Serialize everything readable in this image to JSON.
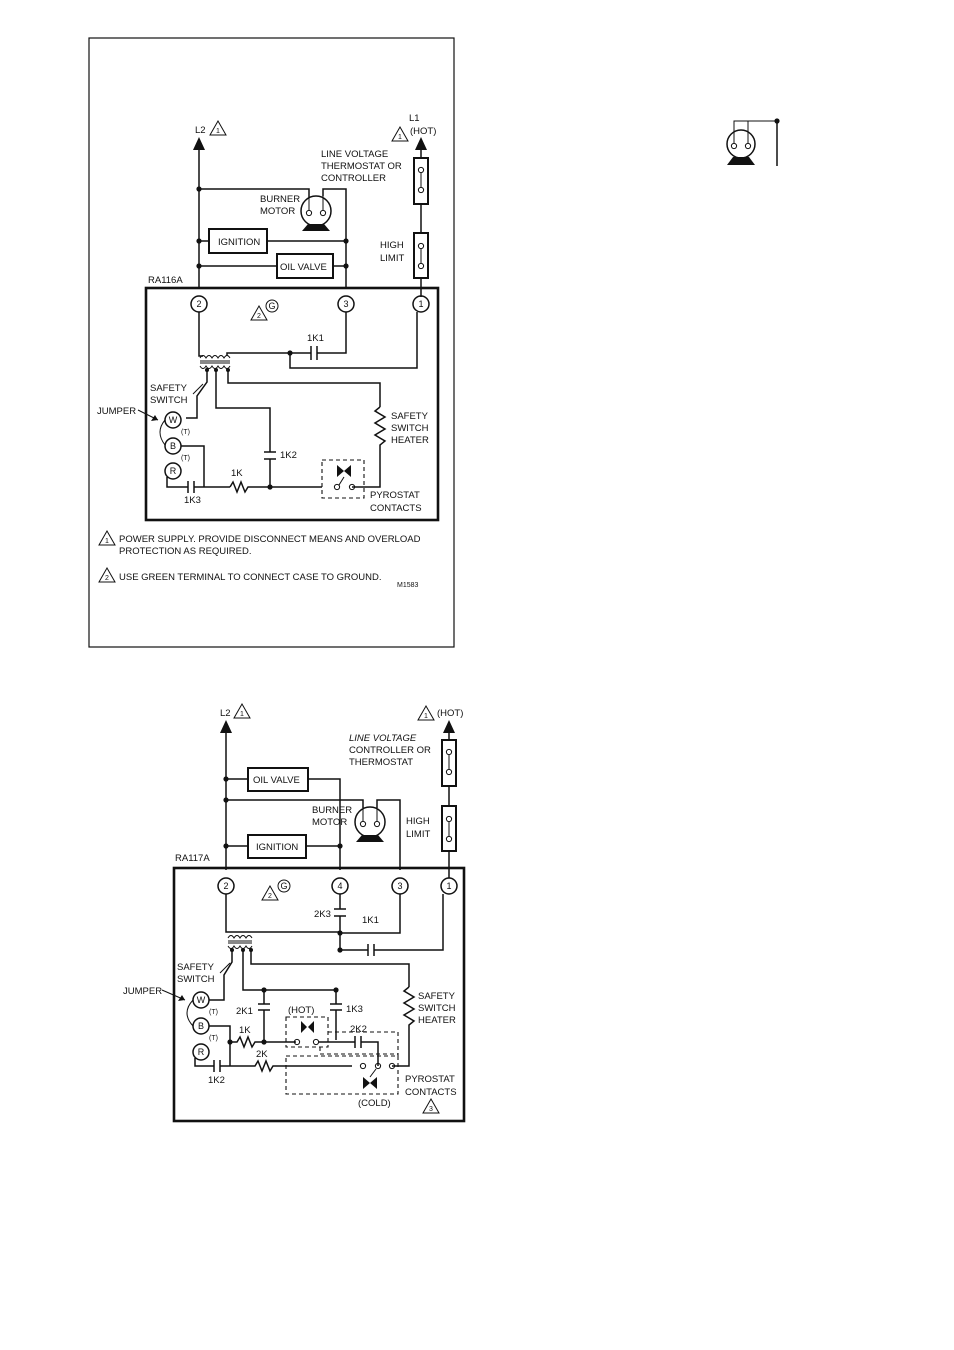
{
  "diagram1": {
    "l2": "L2",
    "l1": "L1",
    "hot": "(HOT)",
    "thermostat": [
      "LINE VOLTAGE",
      "THERMOSTAT OR",
      "CONTROLLER"
    ],
    "burner_motor": [
      "BURNER",
      "MOTOR"
    ],
    "ignition": "IGNITION",
    "oil_valve": "OIL VALVE",
    "high_limit": [
      "HIGH",
      "LIMIT"
    ],
    "model": "RA116A",
    "terminals": [
      "2",
      "3",
      "1"
    ],
    "green_terminal": "G",
    "k1": "1K1",
    "k2": "1K2",
    "k3": "1K3",
    "k": "1K",
    "safety_switch": [
      "SAFETY",
      "SWITCH"
    ],
    "jumper": "JUMPER",
    "w": "W",
    "b": "B",
    "r": "R",
    "t": "(T)",
    "safety_switch_heater": [
      "SAFETY",
      "SWITCH",
      "HEATER"
    ],
    "pyrostat_contacts": [
      "PYROSTAT",
      "CONTACTS"
    ],
    "note1": [
      "POWER SUPPLY.  PROVIDE DISCONNECT MEANS AND OVERLOAD",
      "PROTECTION AS REQUIRED."
    ],
    "note2": "USE GREEN TERMINAL TO CONNECT CASE TO GROUND.",
    "code": "M1583",
    "warn1": "1",
    "warn2": "2"
  },
  "diagram2": {
    "l2": "L2",
    "hot": "(HOT)",
    "controller": [
      "LINE VOLTAGE",
      "CONTROLLER OR",
      "THERMOSTAT"
    ],
    "oil_valve": "OIL VALVE",
    "burner_motor": [
      "BURNER",
      "MOTOR"
    ],
    "high_limit": [
      "HIGH",
      "LIMIT"
    ],
    "ignition": "IGNITION",
    "model": "RA117A",
    "terminals": [
      "2",
      "4",
      "3",
      "1"
    ],
    "green_terminal": "G",
    "k3_2": "2K3",
    "k1_1": "1K1",
    "k1_2": "2K1",
    "k3_1": "1K3",
    "k2_2": "2K2",
    "k2_1": "1K2",
    "k1": "1K",
    "k2": "2K",
    "safety_switch": [
      "SAFETY",
      "SWITCH"
    ],
    "jumper": "JUMPER",
    "w": "W",
    "b": "B",
    "r": "R",
    "t": "(T)",
    "hot_label": "(HOT)",
    "cold_label": "(COLD)",
    "safety_switch_heater": [
      "SAFETY",
      "SWITCH",
      "HEATER"
    ],
    "pyrostat_contacts": [
      "PYROSTAT",
      "CONTACTS"
    ],
    "warn1": "1",
    "warn2": "2",
    "warn3": "3"
  }
}
